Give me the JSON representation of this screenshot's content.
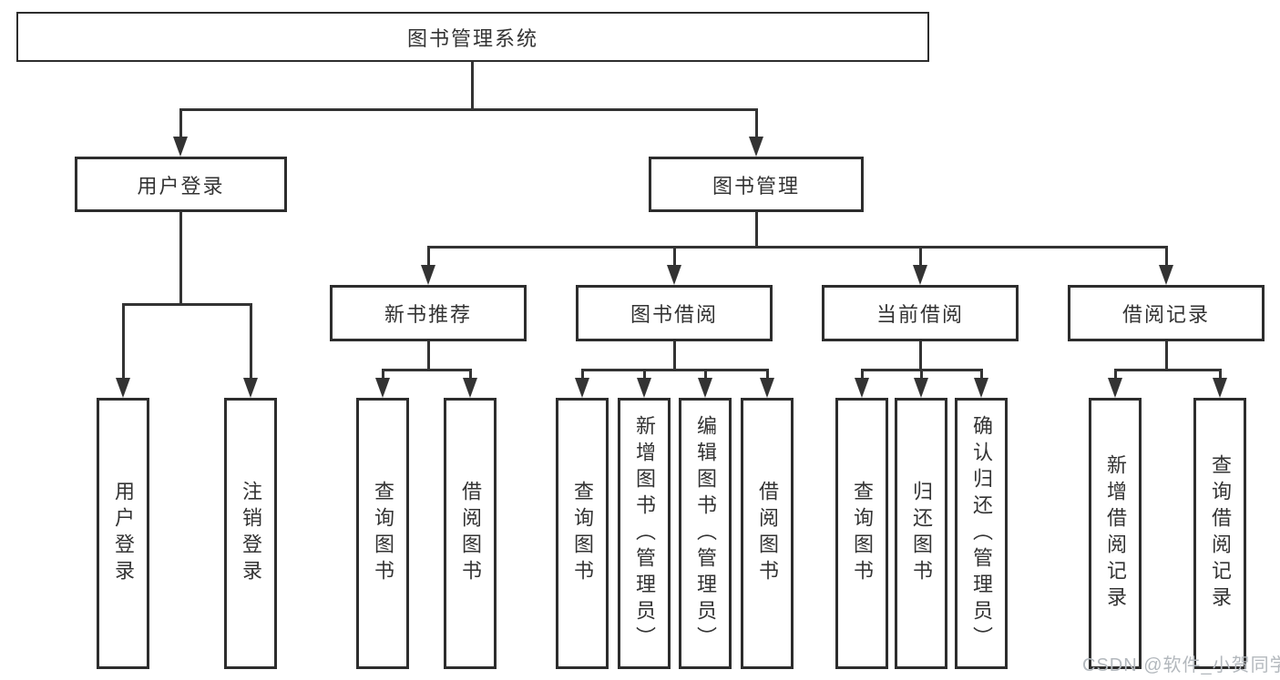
{
  "colors": {
    "line": "#333333",
    "box_border": "#2d2d2d",
    "text": "#333333",
    "background": "#ffffff",
    "watermark": "#b3b8bd"
  },
  "tree": {
    "label": "图书管理系统",
    "children": [
      {
        "label": "用户登录",
        "children": [
          {
            "label": "用户登录"
          },
          {
            "label": "注销登录"
          }
        ]
      },
      {
        "label": "图书管理",
        "children": [
          {
            "label": "新书推荐",
            "children": [
              {
                "label": "查询图书"
              },
              {
                "label": "借阅图书"
              }
            ]
          },
          {
            "label": "图书借阅",
            "children": [
              {
                "label": "查询图书"
              },
              {
                "label": "新增图书（管理员）"
              },
              {
                "label": "编辑图书（管理员）"
              },
              {
                "label": "借阅图书"
              }
            ]
          },
          {
            "label": "当前借阅",
            "children": [
              {
                "label": "查询图书"
              },
              {
                "label": "归还图书"
              },
              {
                "label": "确认归还（管理员）"
              }
            ]
          },
          {
            "label": "借阅记录",
            "children": [
              {
                "label": "新增借阅记录"
              },
              {
                "label": "查询借阅记录"
              }
            ]
          }
        ]
      }
    ]
  },
  "watermark": {
    "label": "CSDN @软件_小贺同学"
  }
}
